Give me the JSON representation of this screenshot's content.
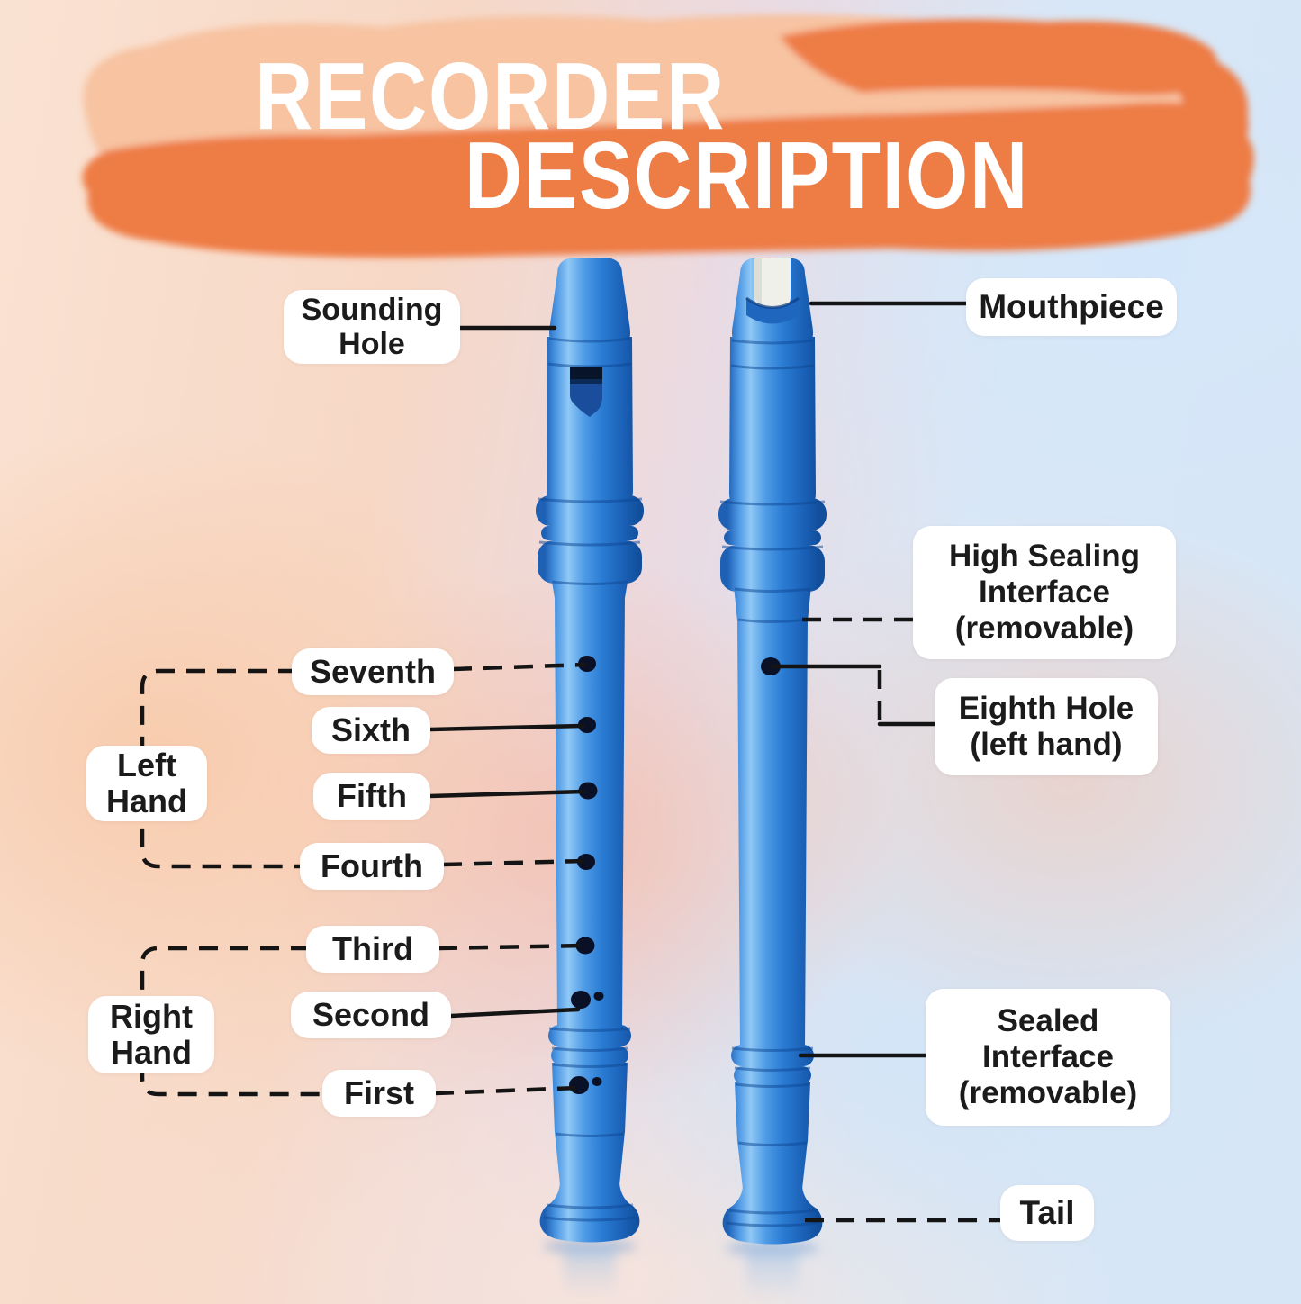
{
  "title": {
    "line1": "RECORDER",
    "line2": "DESCRIPTION"
  },
  "labels": {
    "sounding_hole": "Sounding Hole",
    "mouthpiece": "Mouthpiece",
    "high_sealing_interface": "High Sealing Interface (removable)",
    "eighth_hole": "Eighth Hole (left hand)",
    "seventh": "Seventh",
    "sixth": "Sixth",
    "fifth": "Fifth",
    "fourth": "Fourth",
    "third": "Third",
    "second": "Second",
    "first": "First",
    "left_hand": "Left Hand",
    "right_hand": "Right Hand",
    "sealed_interface": "Sealed Interface (removable)",
    "tail": "Tail"
  },
  "illustration": {
    "left_recorder": "recorder front view with seven finger holes and windway",
    "right_recorder": "recorder back view with thumb hole and white mouthpiece"
  },
  "colors": {
    "accent_orange": "#EE7B44",
    "accent_orange_light": "#F7C3A1",
    "recorder_blue": "#2B7CD4",
    "recorder_blue_dark": "#12519E",
    "recorder_blue_light": "#8FC7F5",
    "hole_black": "#0A1026",
    "mouthpiece_white": "#F0F0EA",
    "label_bg": "#FFFFFF",
    "label_text": "#1B1B1B",
    "connector_line": "#141414",
    "title_text": "#FFFFFF",
    "background_peach": "#FAE2D2",
    "background_blue": "#D7E7F6"
  }
}
